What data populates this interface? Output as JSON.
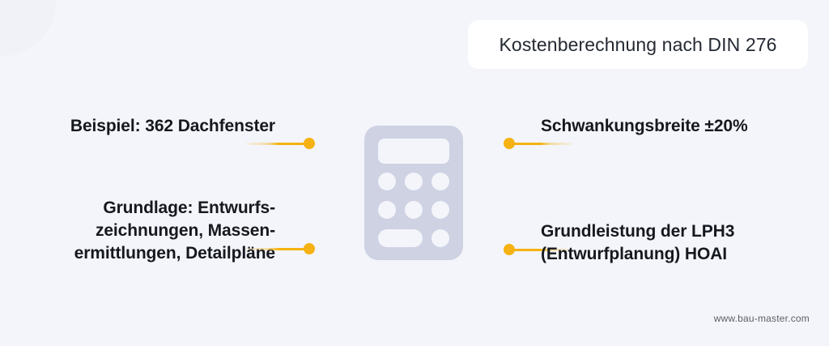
{
  "page": {
    "background_color": "#f4f5fa",
    "accent_color": "#f5b212",
    "text_color": "#15181f"
  },
  "header": {
    "title": "Kostenberechnung nach DIN 276",
    "card_background": "#ffffff"
  },
  "center_icon": {
    "name": "calculator-icon",
    "color": "#ced2e3"
  },
  "callouts": {
    "left": [
      {
        "text": "Beispiel: 362 Dachfenster"
      },
      {
        "text": "Grundlage:  Entwurfs-\nzeichnungen, Massen-\nermittlungen, Detailpläne"
      }
    ],
    "right": [
      {
        "text": "Schwankungsbreite ±20%"
      },
      {
        "text": "Grundleistung der LPH3\n(Entwurfplanung) HOAI"
      }
    ]
  },
  "footer": {
    "watermark": "www.bau-master.com"
  }
}
